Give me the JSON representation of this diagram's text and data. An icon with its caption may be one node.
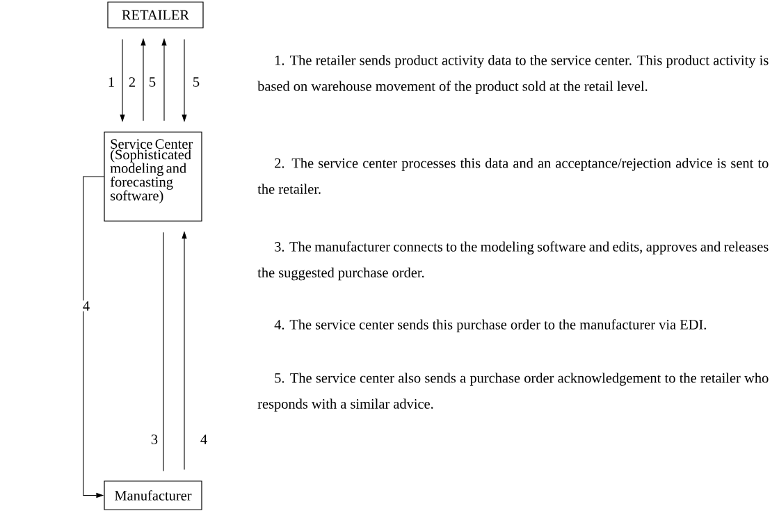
{
  "diagram": {
    "nodes": [
      {
        "text": [
          "RETAILER"
        ]
      },
      {
        "text": [
          "Service Center (Sophisticated modeling and forecasting software)"
        ]
      },
      {
        "text": [
          "Manufacturer"
        ]
      }
    ],
    "edges": [
      {
        "from": 0,
        "to": 1,
        "arrow": "to",
        "label": "1"
      },
      {
        "from": 1,
        "to": 0,
        "arrow": "to",
        "label": "2"
      },
      {
        "from": 1,
        "to": 0,
        "arrow": "to",
        "label": "5"
      },
      {
        "from": 0,
        "to": 1,
        "arrow": "to",
        "label": "5"
      },
      {
        "from": 1,
        "to": 2,
        "arrow": "none",
        "label": "3"
      },
      {
        "from": 2,
        "to": 1,
        "arrow": "to",
        "label": "4"
      },
      {
        "from": 1,
        "to": 2,
        "arrow": "to",
        "label": "4"
      }
    ],
    "labels": [
      "1. The retailer sends product activity data to the service center. This product activity is based on warehouse movement of the product sold at the retail level.",
      "2. The service center processes this data and an acceptance/rejection advice is sent to the retailer.",
      "3. The manufacturer connects to the modeling software and edits, approves and releases the suggested purchase order.",
      "4. The service center sends this purchase order to the manufacturer via EDI.",
      "5. The service center also sends a purchase order acknowledgement to the retailer who responds with a similar advice."
    ]
  }
}
